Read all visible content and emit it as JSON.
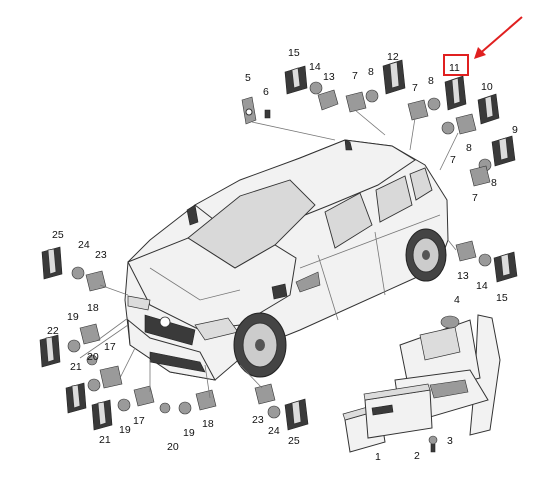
{
  "diagram": {
    "callouts": [
      {
        "id": "c15a",
        "label": "15"
      },
      {
        "id": "c14a",
        "label": "14"
      },
      {
        "id": "c13a",
        "label": "13"
      },
      {
        "id": "c5",
        "label": "5"
      },
      {
        "id": "c6",
        "label": "6"
      },
      {
        "id": "c7a",
        "label": "7"
      },
      {
        "id": "c8a",
        "label": "8"
      },
      {
        "id": "c12",
        "label": "12"
      },
      {
        "id": "c7b",
        "label": "7"
      },
      {
        "id": "c8b",
        "label": "8"
      },
      {
        "id": "c11",
        "label": "11"
      },
      {
        "id": "c10",
        "label": "10"
      },
      {
        "id": "c9",
        "label": "9"
      },
      {
        "id": "c8c",
        "label": "8"
      },
      {
        "id": "c7c",
        "label": "7"
      },
      {
        "id": "c8d",
        "label": "8"
      },
      {
        "id": "c7d",
        "label": "7"
      },
      {
        "id": "c25a",
        "label": "25"
      },
      {
        "id": "c24a",
        "label": "24"
      },
      {
        "id": "c23a",
        "label": "23"
      },
      {
        "id": "c18a",
        "label": "18"
      },
      {
        "id": "c19a",
        "label": "19"
      },
      {
        "id": "c22",
        "label": "22"
      },
      {
        "id": "c20a",
        "label": "20"
      },
      {
        "id": "c17a",
        "label": "17"
      },
      {
        "id": "c21a",
        "label": "21"
      },
      {
        "id": "c21b",
        "label": "21"
      },
      {
        "id": "c19b",
        "label": "19"
      },
      {
        "id": "c17b",
        "label": "17"
      },
      {
        "id": "c20b",
        "label": "20"
      },
      {
        "id": "c19c",
        "label": "19"
      },
      {
        "id": "c18b",
        "label": "18"
      },
      {
        "id": "c23b",
        "label": "23"
      },
      {
        "id": "c24b",
        "label": "24"
      },
      {
        "id": "c25b",
        "label": "25"
      },
      {
        "id": "c13b",
        "label": "13"
      },
      {
        "id": "c14b",
        "label": "14"
      },
      {
        "id": "c15b",
        "label": "15"
      },
      {
        "id": "c4",
        "label": "4"
      },
      {
        "id": "c1",
        "label": "1"
      },
      {
        "id": "c2",
        "label": "2"
      },
      {
        "id": "c3",
        "label": "3"
      }
    ],
    "highlight_color": "#e02020"
  }
}
